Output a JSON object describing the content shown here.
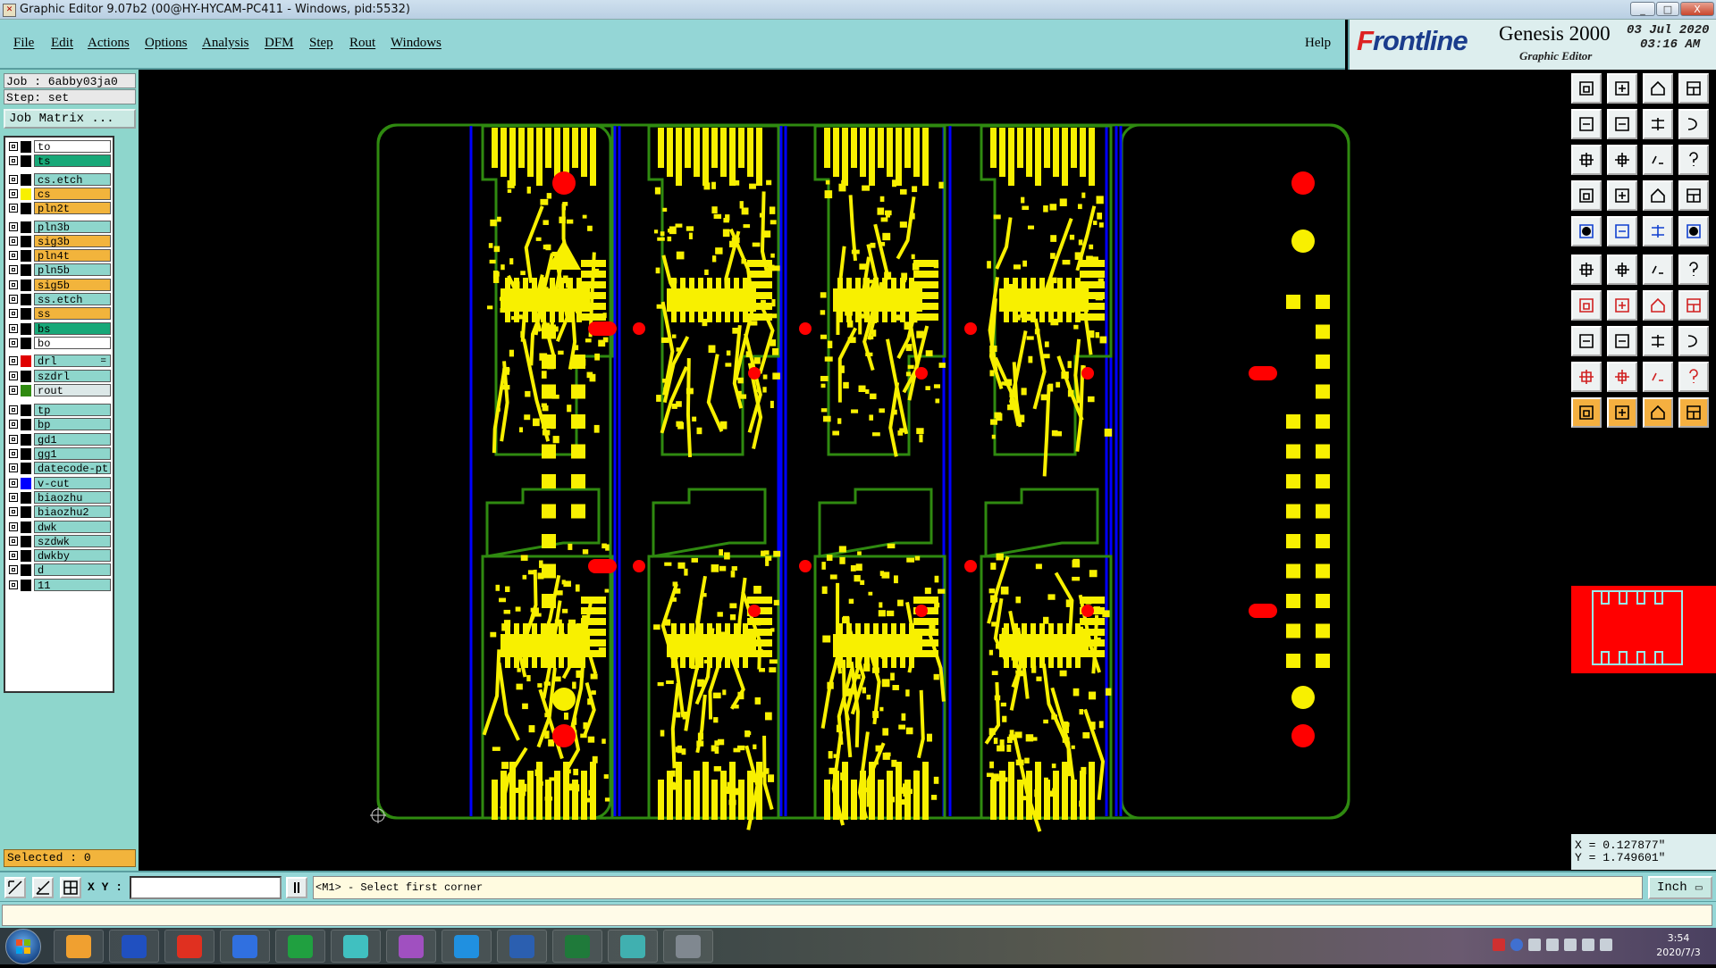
{
  "window": {
    "title": "Graphic Editor 9.07b2 (00@HY-HYCAM-PC411 - Windows, pid:5532)",
    "controls": [
      "_",
      "□",
      "X"
    ]
  },
  "menu": {
    "items": [
      "File",
      "Edit",
      "Actions",
      "Options",
      "Analysis",
      "DFM",
      "Step",
      "Rout",
      "Windows"
    ],
    "help": "Help"
  },
  "brand": {
    "logo_prefix": "F",
    "logo_rest": "rontline",
    "product": "Genesis 2000",
    "subtitle": "Graphic Editor",
    "date": "03 Jul 2020",
    "time": "03:16 AM"
  },
  "job": {
    "job_line": "Job : 6abby03ja0",
    "step_line": "Step: set",
    "matrix_button": "Job Matrix ..."
  },
  "layers": [
    {
      "name": "to",
      "bg": "#ffffff",
      "swatch": "#000000"
    },
    {
      "name": "ts",
      "bg": "#18a878",
      "swatch": "#000000"
    },
    {
      "name": "cs.etch",
      "bg": "#8ed6cc",
      "swatch": "#000000"
    },
    {
      "name": "cs",
      "bg": "#f2b43c",
      "swatch": "#f8f000"
    },
    {
      "name": "pln2t",
      "bg": "#f2b43c",
      "swatch": "#000000"
    },
    {
      "name": "pln3b",
      "bg": "#8ed6cc",
      "swatch": "#000000"
    },
    {
      "name": "sig3b",
      "bg": "#f2b43c",
      "swatch": "#000000"
    },
    {
      "name": "pln4t",
      "bg": "#f2b43c",
      "swatch": "#000000"
    },
    {
      "name": "pln5b",
      "bg": "#8ed6cc",
      "swatch": "#000000"
    },
    {
      "name": "sig5b",
      "bg": "#f2b43c",
      "swatch": "#000000"
    },
    {
      "name": "ss.etch",
      "bg": "#8ed6cc",
      "swatch": "#000000"
    },
    {
      "name": "ss",
      "bg": "#f2b43c",
      "swatch": "#000000"
    },
    {
      "name": "bs",
      "bg": "#18a878",
      "swatch": "#000000"
    },
    {
      "name": "bo",
      "bg": "#ffffff",
      "swatch": "#000000"
    },
    {
      "name": "drl",
      "bg": "#8ed6cc",
      "swatch": "#e00000",
      "mark": "="
    },
    {
      "name": "szdrl",
      "bg": "#8ed6cc",
      "swatch": "#000000"
    },
    {
      "name": "rout",
      "bg": "#dce8e8",
      "swatch": "#2f8a10"
    },
    {
      "name": "tp",
      "bg": "#8ed6cc",
      "swatch": "#000000"
    },
    {
      "name": "bp",
      "bg": "#8ed6cc",
      "swatch": "#000000"
    },
    {
      "name": "gd1",
      "bg": "#8ed6cc",
      "swatch": "#000000"
    },
    {
      "name": "gg1",
      "bg": "#8ed6cc",
      "swatch": "#000000"
    },
    {
      "name": "datecode-pt",
      "bg": "#8ed6cc",
      "swatch": "#000000"
    },
    {
      "name": "v-cut",
      "bg": "#8ed6cc",
      "swatch": "#0000ff"
    },
    {
      "name": "biaozhu",
      "bg": "#8ed6cc",
      "swatch": "#000000"
    },
    {
      "name": "biaozhu2",
      "bg": "#8ed6cc",
      "swatch": "#000000"
    },
    {
      "name": "dwk",
      "bg": "#8ed6cc",
      "swatch": "#000000"
    },
    {
      "name": "szdwk",
      "bg": "#8ed6cc",
      "swatch": "#000000"
    },
    {
      "name": "dwkby",
      "bg": "#8ed6cc",
      "swatch": "#000000"
    },
    {
      "name": "d",
      "bg": "#8ed6cc",
      "swatch": "#000000"
    },
    {
      "name": "11",
      "bg": "#8ed6cc",
      "swatch": "#000000"
    }
  ],
  "selected": "Selected : 0",
  "coords": {
    "x": "X = 0.127877\"",
    "y": "Y = 1.749601\""
  },
  "command": {
    "xy_label": "X Y :",
    "xy_value": "",
    "prompt": "<M1> - Select first corner",
    "units": "Inch"
  },
  "taskbar": {
    "time": "3:54",
    "date": "2020/7/3"
  },
  "colors": {
    "copper": "#f8f000",
    "drill": "#ff0000",
    "rout": "#2f8a10",
    "vcut": "#0000ff"
  }
}
